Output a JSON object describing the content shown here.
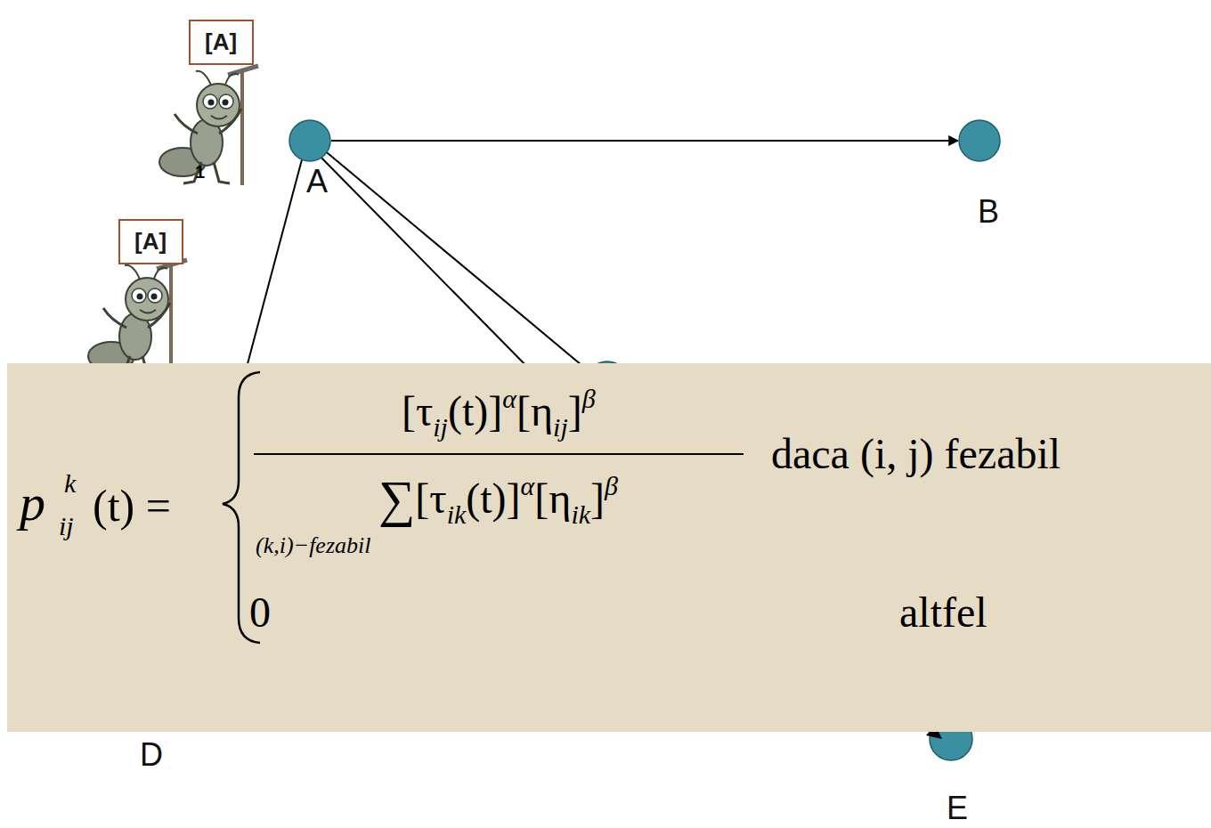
{
  "diagram": {
    "nodes": [
      {
        "text": [
          "[A]"
        ]
      },
      {
        "text": [
          "A"
        ]
      },
      {
        "text": [
          "B"
        ]
      },
      {
        "text": [
          "[A]"
        ]
      },
      {
        "text": [
          "D"
        ]
      },
      {
        "text": [
          "E"
        ]
      }
    ],
    "edges": [
      {
        "from": 1,
        "to": 2,
        "arrow": "to"
      }
    ],
    "labels": [
      "1",
      "p",
      "k",
      "ij",
      "(t) =",
      "[τ",
      "ij",
      "(t)]",
      "α",
      "[η",
      "ij",
      "]",
      "β",
      "∑",
      "[τ",
      "ik",
      "(t)]",
      "α",
      "[η",
      "ik",
      "]",
      "β",
      "(k,i)−fezabil",
      "daca (i, j) fezabil",
      "0",
      "altfel"
    ]
  }
}
